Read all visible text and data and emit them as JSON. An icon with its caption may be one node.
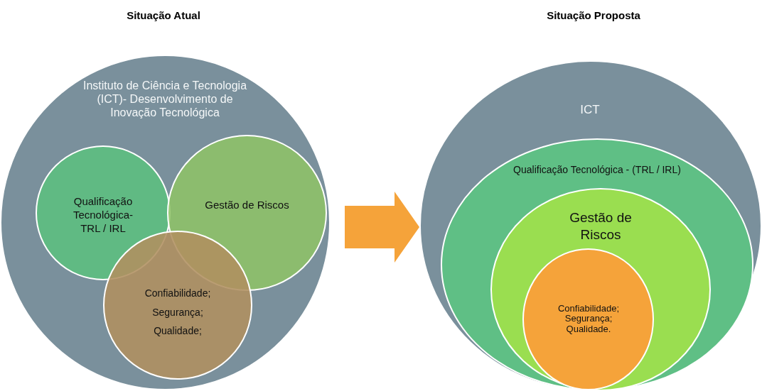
{
  "diagram": {
    "nodes": [
      {
        "text": [
          "Situação Atual",
          "Instituto de Ciência e Tecnologia (ICT)- Desenvolvimento de Inovação Tecnológica"
        ]
      },
      {
        "text": [
          "Qualificação Tecnológica- TRL / IRL"
        ],
        "in": 0
      },
      {
        "text": [
          "Gestão de Riscos"
        ],
        "in": 0
      },
      {
        "text": [
          "Confiabilidade; Segurança; Qualidade;"
        ],
        "in": 0
      },
      {
        "text": [
          "Situação Proposta",
          "ICT"
        ]
      },
      {
        "text": [
          "Qualificação Tecnológica - (TRL / IRL)"
        ],
        "in": 4
      },
      {
        "text": [
          "Gestão de Riscos"
        ],
        "in": 5
      },
      {
        "text": [
          "Confiabilidade; Segurança; Qualidade."
        ],
        "in": 6
      }
    ],
    "edges": [
      {
        "from": 0,
        "to": 4,
        "arrow": "to",
        "style": "thick"
      }
    ]
  }
}
